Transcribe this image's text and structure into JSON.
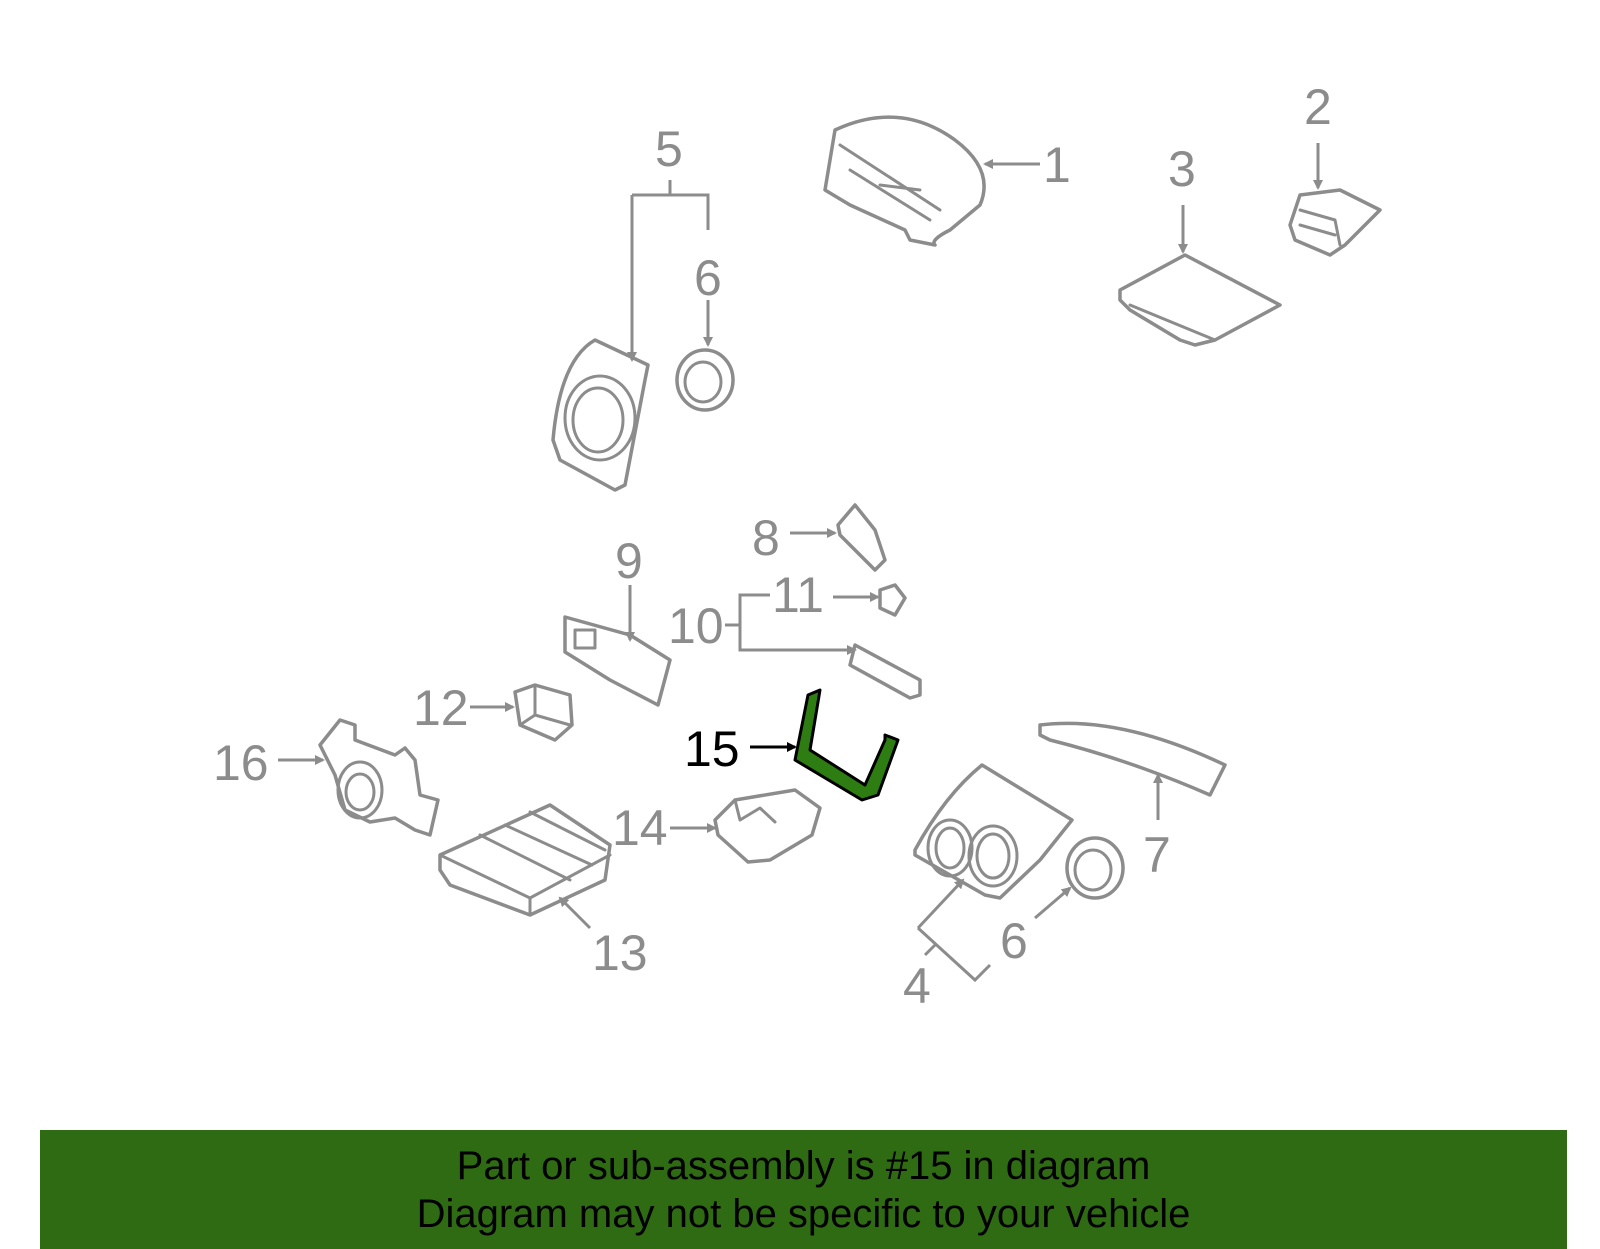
{
  "diagram": {
    "callouts": {
      "c1": "1",
      "c2": "2",
      "c3": "3",
      "c4": "4",
      "c5": "5",
      "c6a": "6",
      "c6b": "6",
      "c7": "7",
      "c8": "8",
      "c9": "9",
      "c10": "10",
      "c11": "11",
      "c12": "12",
      "c13": "13",
      "c14": "14",
      "c15": "15",
      "c16": "16"
    },
    "highlight_part": "15",
    "colors": {
      "highlight": "#2e7d12",
      "line_art": "#8c8c8c",
      "banner": "#2e6b12"
    }
  },
  "banner": {
    "line1": "Part or sub-assembly is #15 in diagram",
    "line2": "Diagram may not be specific to your vehicle"
  }
}
